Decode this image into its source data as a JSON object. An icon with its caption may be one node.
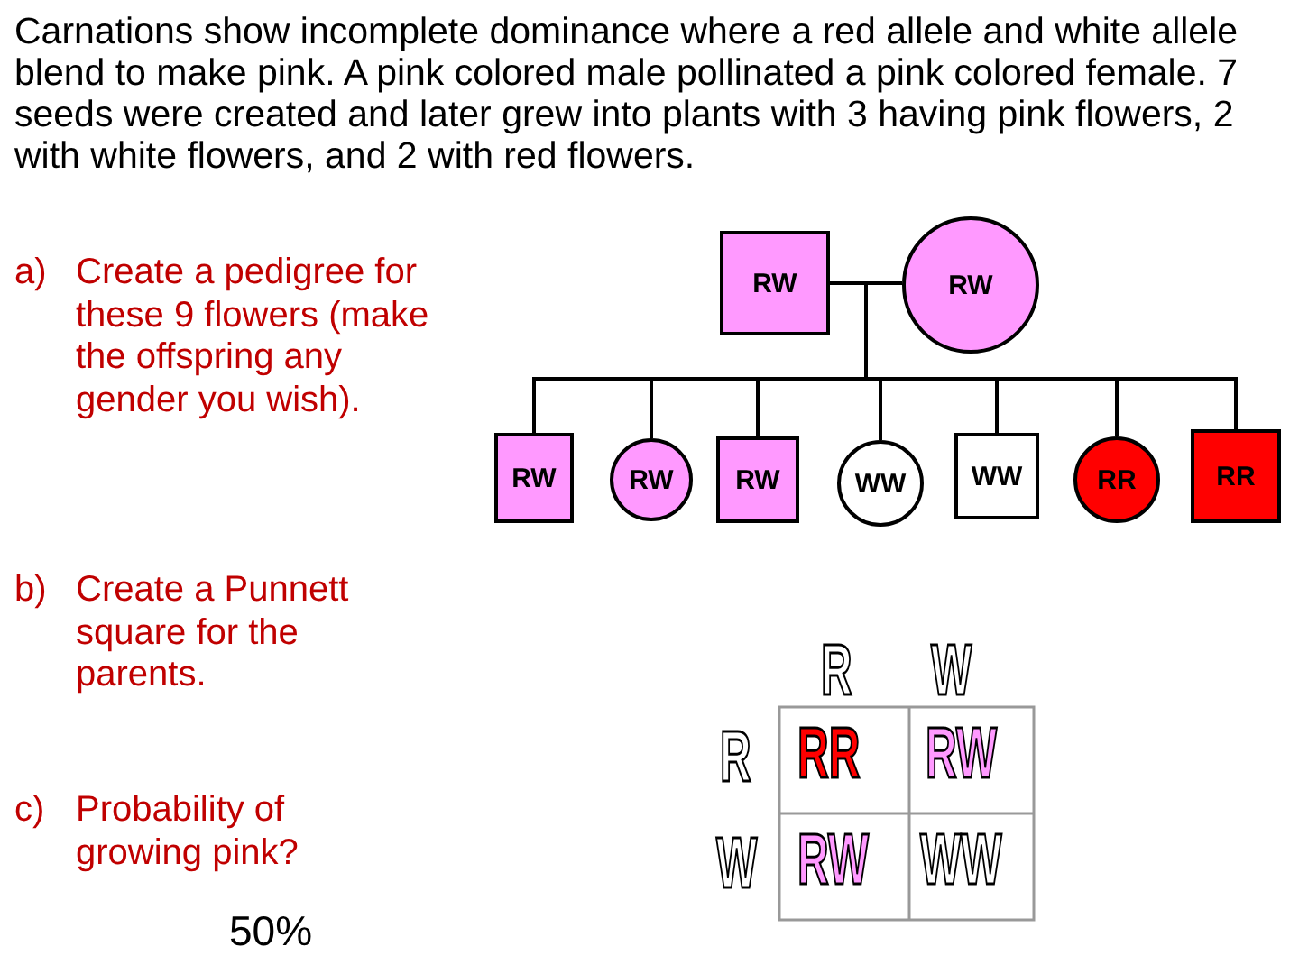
{
  "diagram": {
    "nodes": [
      {
        "text": [
          "RW"
        ]
      },
      {
        "text": [
          "RW"
        ]
      },
      {
        "text": [
          "RW"
        ]
      },
      {
        "text": [
          "RW"
        ]
      },
      {
        "text": [
          "RW"
        ]
      },
      {
        "text": [
          "WW"
        ]
      },
      {
        "text": [
          "WW"
        ]
      },
      {
        "text": [
          "RR"
        ]
      },
      {
        "text": [
          "RR"
        ]
      }
    ],
    "edges": [
      {
        "from": 0,
        "to": 1,
        "arrow": "none"
      },
      {
        "from": 0,
        "to": 2,
        "arrow": "none"
      },
      {
        "from": 1,
        "to": 2,
        "arrow": "none"
      },
      {
        "from": 0,
        "to": 3,
        "arrow": "none"
      },
      {
        "from": 1,
        "to": 3,
        "arrow": "none"
      },
      {
        "from": 0,
        "to": 4,
        "arrow": "none"
      },
      {
        "from": 1,
        "to": 4,
        "arrow": "none"
      },
      {
        "from": 0,
        "to": 5,
        "arrow": "none"
      },
      {
        "from": 1,
        "to": 5,
        "arrow": "none"
      },
      {
        "from": 0,
        "to": 6,
        "arrow": "none"
      },
      {
        "from": 1,
        "to": 6,
        "arrow": "none"
      },
      {
        "from": 0,
        "to": 7,
        "arrow": "none"
      },
      {
        "from": 1,
        "to": 7,
        "arrow": "none"
      },
      {
        "from": 0,
        "to": 8,
        "arrow": "none"
      },
      {
        "from": 1,
        "to": 8,
        "arrow": "none"
      }
    ],
    "labels": [
      "Carnations show incomplete dominance where a red allele and white allele blend to make pink. A pink colored male pollinated a  pink colored female. 7 seeds were created and later grew into plants with 3 having pink flowers, 2 with white flowers, and 2 with red flowers.",
      "a)",
      "Create a pedigree for these 9 flowers (make the offspring any gender you wish).",
      "b)",
      "Create a Punnett square for the parents.",
      "c)",
      "Probability of growing pink?",
      "50%",
      "R",
      "W",
      "R",
      "W",
      "RR",
      "RW",
      "RW",
      "WW"
    ]
  }
}
